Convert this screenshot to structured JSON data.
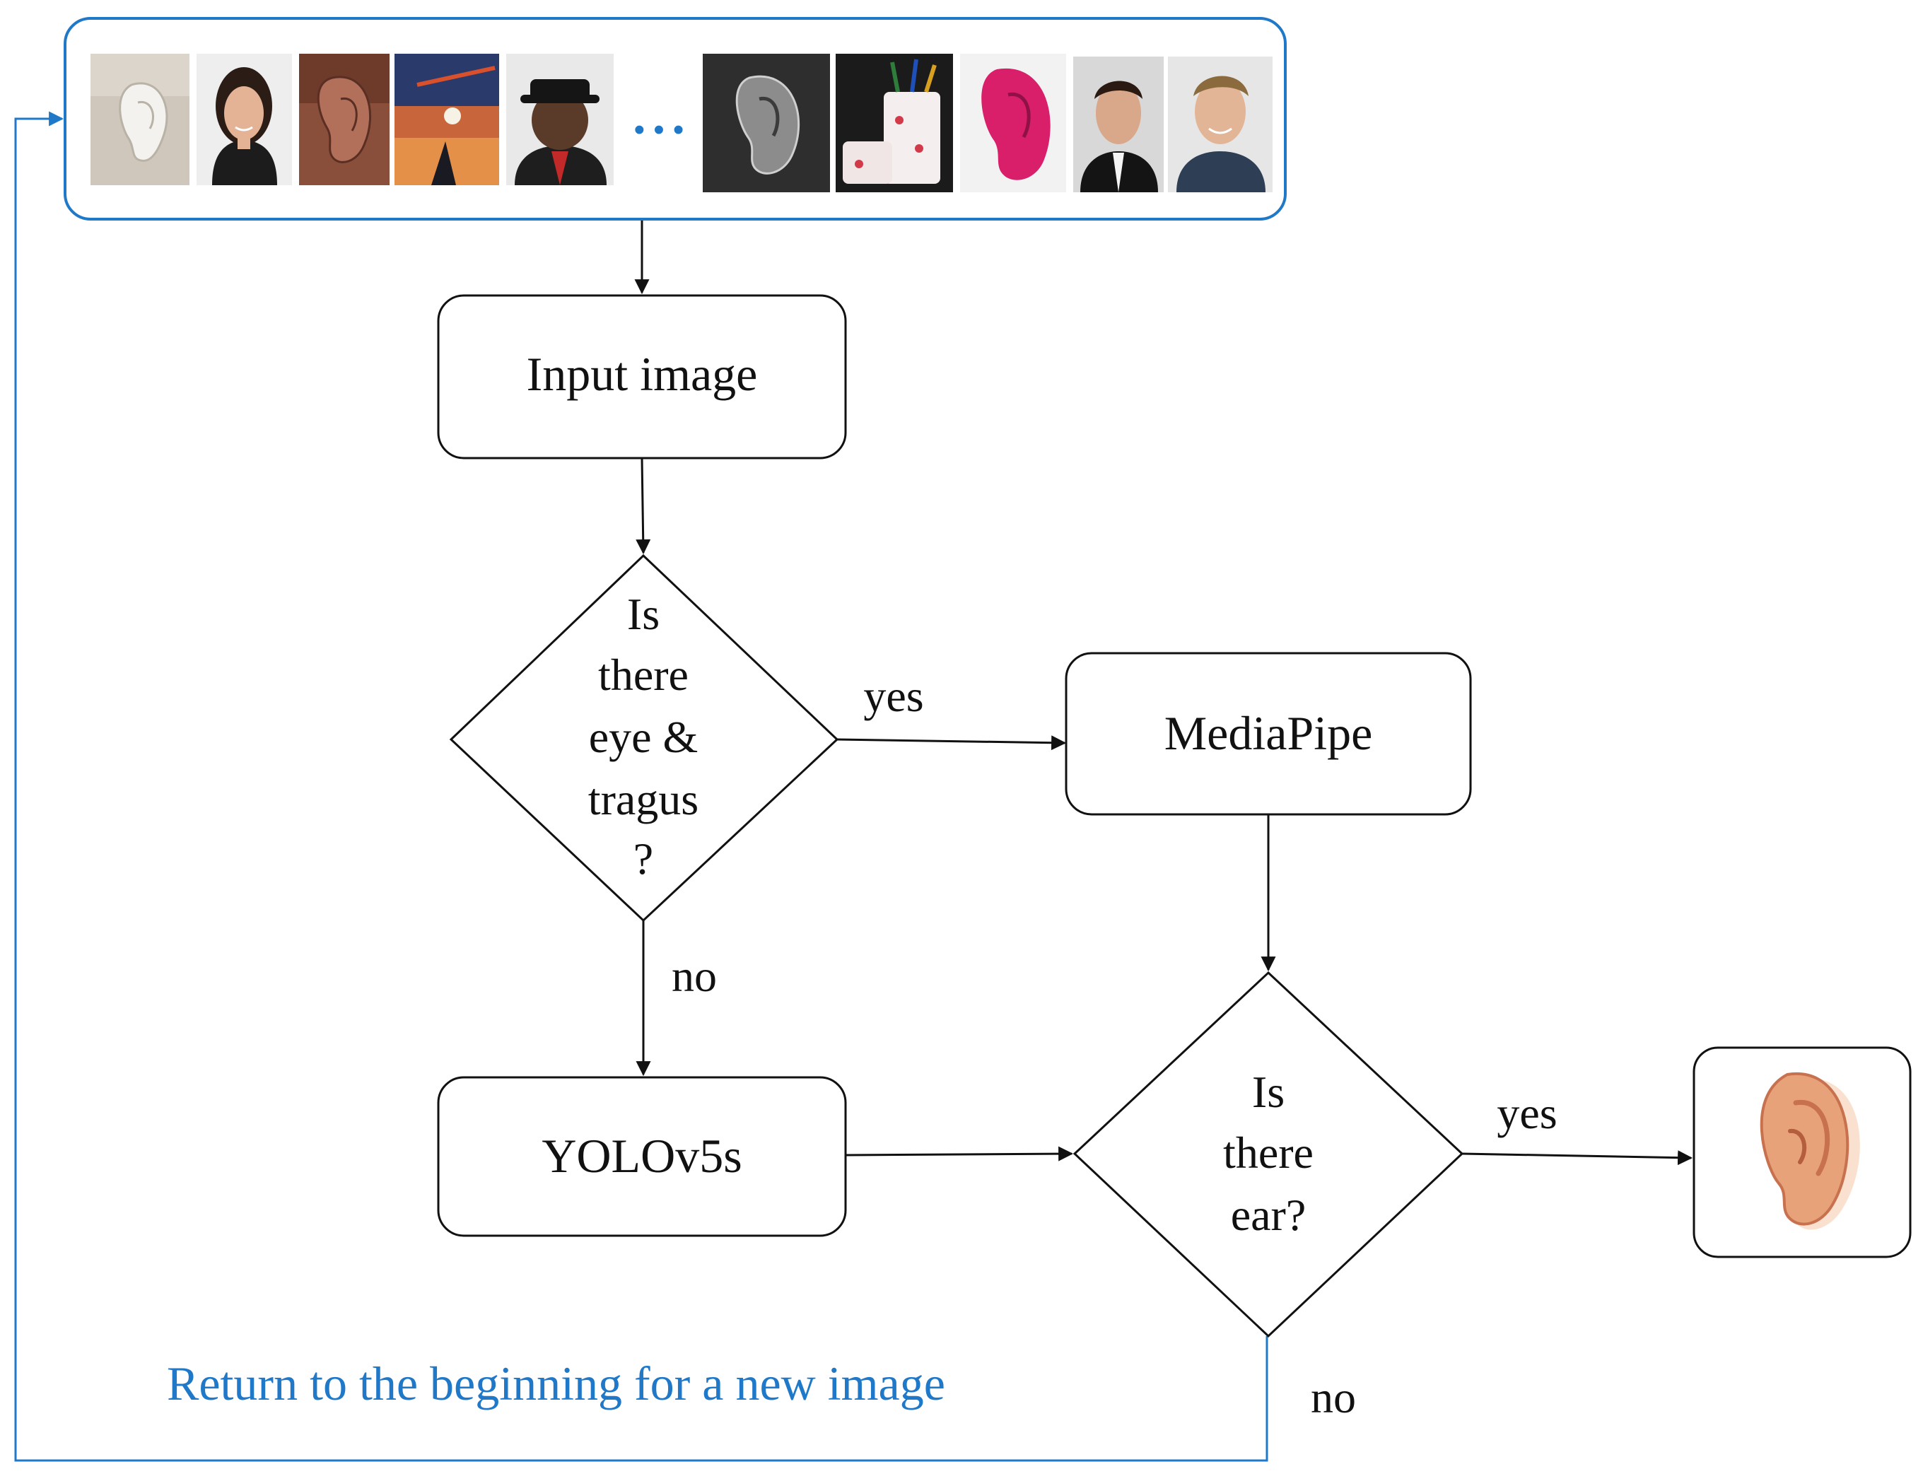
{
  "colors": {
    "line": "#111111",
    "accent": "#1f78c8",
    "ear_skin": "#e8a27a",
    "ear_shadow": "#c8714e"
  },
  "nodes": {
    "input_image": {
      "label": "Input image"
    },
    "decision_eye_tragus": {
      "lines": [
        "Is",
        "there",
        "eye &",
        "tragus",
        "?"
      ]
    },
    "mediapipe": {
      "label": "MediaPipe"
    },
    "yolo": {
      "label": "YOLOv5s"
    },
    "decision_ear": {
      "lines": [
        "Is",
        "there",
        "ear?"
      ]
    }
  },
  "edges": {
    "eye_yes": "yes",
    "eye_no": "no",
    "ear_yes": "yes",
    "ear_no": "no"
  },
  "loop_label": "Return to the beginning for a new image",
  "image_strip": {
    "ellipsis": "• • •",
    "thumbnails": [
      {
        "icon": "ear-model-photo-icon"
      },
      {
        "icon": "woman-portrait-photo-icon"
      },
      {
        "icon": "ear-closeup-photo-icon"
      },
      {
        "icon": "sunset-photo-icon"
      },
      {
        "icon": "man-in-hat-photo-icon"
      },
      {
        "icon": "grayscale-ear-photo-icon"
      },
      {
        "icon": "pencil-cups-photo-icon"
      },
      {
        "icon": "pink-ear-model-photo-icon"
      },
      {
        "icon": "man-in-suit-photo-icon"
      },
      {
        "icon": "smiling-man-photo-icon"
      }
    ]
  },
  "output_icon": "ear-icon"
}
